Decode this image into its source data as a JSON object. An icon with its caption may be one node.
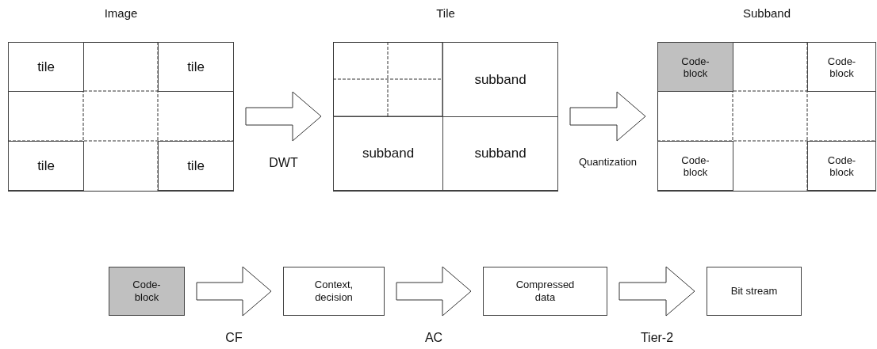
{
  "diagram": {
    "nodes": [
      {
        "text": [
          "Image"
        ]
      },
      {
        "text": [
          "tile"
        ],
        "in": 0
      },
      {
        "text": [
          "tile"
        ],
        "in": 0
      },
      {
        "text": [
          "tile"
        ],
        "in": 0
      },
      {
        "text": [
          "tile"
        ],
        "in": 0
      },
      {
        "text": [
          "Tile"
        ]
      },
      {
        "text": [
          "subband"
        ],
        "in": 5
      },
      {
        "text": [
          "subband"
        ],
        "in": 5
      },
      {
        "text": [
          "subband"
        ],
        "in": 5
      },
      {
        "text": [
          "Subband"
        ]
      },
      {
        "text": [
          "Code-block"
        ],
        "in": 9
      },
      {
        "text": [
          "Code-block"
        ],
        "in": 9
      },
      {
        "text": [
          "Code-block"
        ],
        "in": 9
      },
      {
        "text": [
          "Code-block"
        ],
        "in": 9
      },
      {
        "text": [
          "Code-block"
        ]
      },
      {
        "text": [
          "Context, decision"
        ]
      },
      {
        "text": [
          "Compressed data"
        ]
      },
      {
        "text": [
          "Bit stream"
        ]
      }
    ],
    "edges": [
      {
        "from": 0,
        "to": 5,
        "arrow": "to",
        "label": "DWT"
      },
      {
        "from": 5,
        "to": 9,
        "arrow": "to",
        "label": "Quantization"
      },
      {
        "from": 14,
        "to": 15,
        "arrow": "to",
        "label": "CF"
      },
      {
        "from": 15,
        "to": 16,
        "arrow": "to",
        "label": "AC"
      },
      {
        "from": 16,
        "to": 17,
        "arrow": "to",
        "label": "Tier-2"
      }
    ]
  }
}
